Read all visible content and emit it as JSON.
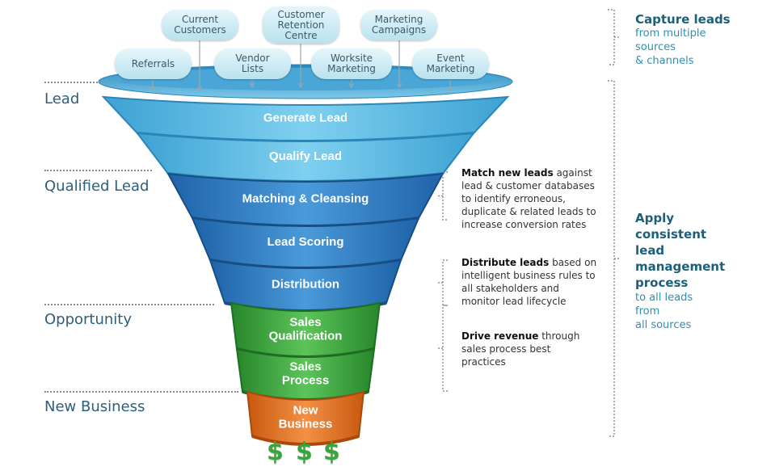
{
  "sources": [
    {
      "id": "current-customers",
      "text": "Current\nCustomers"
    },
    {
      "id": "customer-retention-centre",
      "text": "Customer\nRetention\nCentre"
    },
    {
      "id": "marketing-campaigns",
      "text": "Marketing\nCampaigns"
    },
    {
      "id": "referrals",
      "text": "Referrals"
    },
    {
      "id": "vendor-lists",
      "text": "Vendor\nLists"
    },
    {
      "id": "worksite-marketing",
      "text": "Worksite\nMarketing"
    },
    {
      "id": "event-marketing",
      "text": "Event\nMarketing"
    }
  ],
  "funnel_stages": [
    {
      "id": "generate-lead",
      "label": "Generate Lead",
      "phase": "lead"
    },
    {
      "id": "qualify-lead",
      "label": "Qualify Lead",
      "phase": "lead"
    },
    {
      "id": "matching-cleansing",
      "label": "Matching & Cleansing",
      "phase": "qualified"
    },
    {
      "id": "lead-scoring",
      "label": "Lead Scoring",
      "phase": "qualified"
    },
    {
      "id": "distribution",
      "label": "Distribution",
      "phase": "qualified"
    },
    {
      "id": "sales-qualification",
      "label": "Sales\nQualification",
      "phase": "opportunity"
    },
    {
      "id": "sales-process",
      "label": "Sales\nProcess",
      "phase": "opportunity"
    },
    {
      "id": "new-business",
      "label": "New\nBusiness",
      "phase": "new-business"
    }
  ],
  "colors": {
    "lead": "#5bb8e0",
    "qualified": "#2e7fc4",
    "opportunity": "#3aa53a",
    "new_business": "#e07420",
    "stage_text": "#ffffff"
  },
  "stage_labels": {
    "lead": "Lead",
    "qualified": "Qualified Lead",
    "opportunity": "Opportunity",
    "new_business": "New Business"
  },
  "descriptions": {
    "match": {
      "bold": "Match new leads",
      "rest": " against lead & customer databases to identify erroneous, duplicate & related leads to increase conversion rates"
    },
    "distribute": {
      "bold": "Distribute leads",
      "rest": " based on intelligent business rules to all stakeholders and monitor lead lifecycle"
    },
    "revenue": {
      "bold": "Drive revenue",
      "rest": " through sales process best practices"
    }
  },
  "right": {
    "capture_title": "Capture leads",
    "capture_sub": "from multiple\nsources\n& channels",
    "apply_title": "Apply\nconsistent\nlead\nmanagement\nprocess",
    "apply_sub": "to all leads\nfrom\nall sources"
  },
  "dollars": [
    "$",
    "$",
    "$"
  ]
}
